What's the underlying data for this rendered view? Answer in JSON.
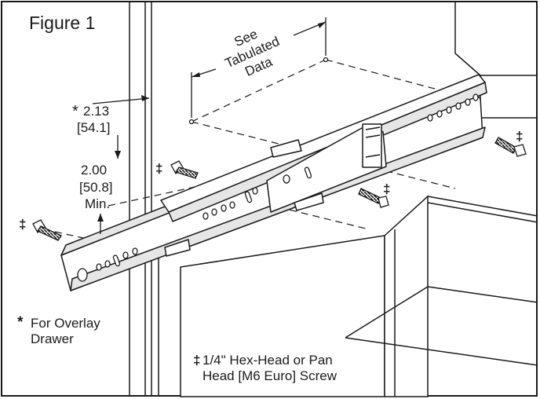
{
  "figure_title": "Figure 1",
  "dimension_label": {
    "line1": "See",
    "line2": "Tabulated",
    "line3": "Data"
  },
  "overlay_dimension": {
    "symbol": "*",
    "value": "2.13",
    "metric": "[54.1]"
  },
  "min_dimension": {
    "value": "2.00",
    "metric": "[50.8]",
    "qualifier": "Min."
  },
  "screw_marker": "‡",
  "notes": {
    "overlay": {
      "symbol": "*",
      "line1": "For Overlay",
      "line2": "Drawer"
    },
    "screw": {
      "symbol": "‡",
      "line1": "1/4\" Hex-Head or Pan",
      "line2": "Head [M6 Euro] Screw"
    }
  },
  "colors": {
    "line": "#1a1a1a",
    "background": "#ffffff",
    "rail_shade": "#e6e6e6"
  }
}
